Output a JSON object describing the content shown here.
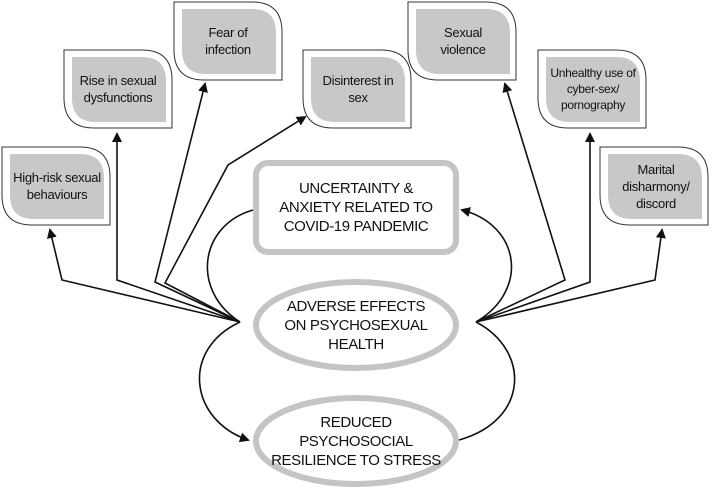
{
  "outcomes_left": [
    {
      "id": "high-risk",
      "label": "High-risk sexual behaviours"
    },
    {
      "id": "rise",
      "label": "Rise in sexual dysfunctions"
    },
    {
      "id": "fear",
      "label": "Fear of infection"
    },
    {
      "id": "disinterest",
      "label": "Disinterest in sex"
    }
  ],
  "outcomes_right": [
    {
      "id": "violence",
      "label": "Sexual violence"
    },
    {
      "id": "cyber",
      "label": "Unhealthy use of cyber-sex/ pornography"
    },
    {
      "id": "marital",
      "label": "Marital disharmony/ discord"
    }
  ],
  "center": {
    "uncertainty": "UNCERTAINTY & ANXIETY RELATED TO COVID-19 PANDEMIC",
    "adverse": "ADVERSE EFFECTS ON PSYCHOSEXUAL HEALTH",
    "reduced": "REDUCED PSYCHOSOCIAL RESILIENCE TO STRESS"
  },
  "colors": {
    "fill": "#c8c8c8",
    "line": "#111111",
    "ellipse_border": "#bdbdbd"
  }
}
